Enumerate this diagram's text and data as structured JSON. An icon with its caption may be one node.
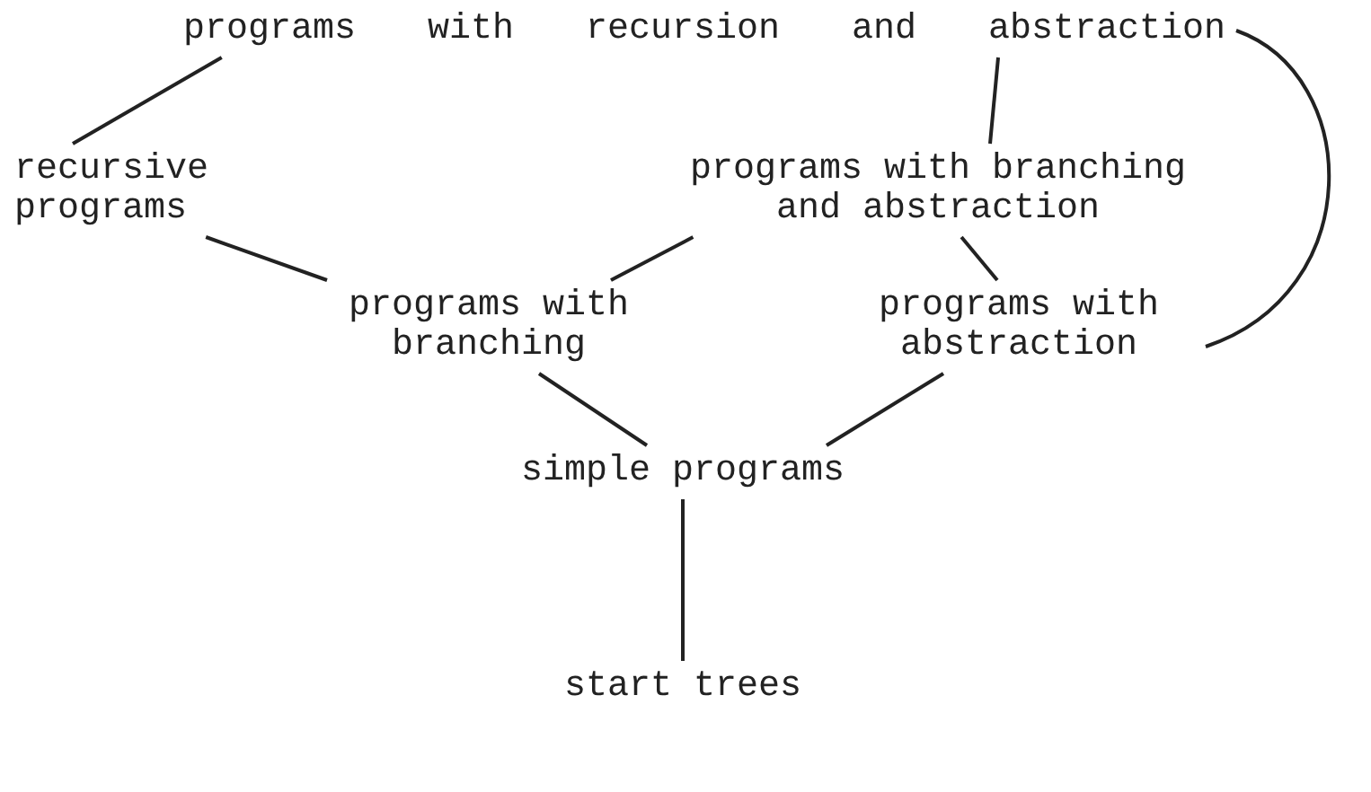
{
  "diagram": {
    "nodes": [
      {
        "text": [
          "programs with recursion and abstraction"
        ]
      },
      {
        "text": [
          "recursive programs"
        ]
      },
      {
        "text": [
          "programs with branching and abstraction"
        ]
      },
      {
        "text": [
          "programs with branching"
        ]
      },
      {
        "text": [
          "programs with abstraction"
        ]
      },
      {
        "text": [
          "simple programs"
        ]
      },
      {
        "text": [
          "start trees"
        ]
      }
    ],
    "edges": [
      {
        "from": 0,
        "to": 1,
        "arrow": "none"
      },
      {
        "from": 0,
        "to": 2,
        "arrow": "none"
      },
      {
        "from": 0,
        "to": 4,
        "arrow": "none"
      },
      {
        "from": 1,
        "to": 3,
        "arrow": "none"
      },
      {
        "from": 2,
        "to": 3,
        "arrow": "none"
      },
      {
        "from": 2,
        "to": 4,
        "arrow": "none"
      },
      {
        "from": 3,
        "to": 5,
        "arrow": "none"
      },
      {
        "from": 4,
        "to": 5,
        "arrow": "none"
      },
      {
        "from": 5,
        "to": 6,
        "arrow": "none"
      }
    ]
  }
}
